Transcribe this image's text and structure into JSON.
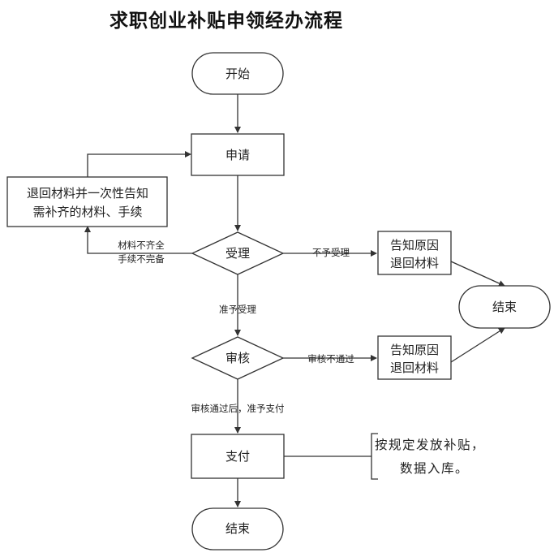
{
  "title": "求职创业补贴申领经办流程",
  "nodes": {
    "start": "开始",
    "apply": "申请",
    "reject_notice_lines": [
      "退回材料并一次性告知",
      "需补齐的材料、手续"
    ],
    "accept": "受理",
    "reason1_lines": [
      "告知原因",
      "退回材料"
    ],
    "end_right": "结束",
    "review": "审核",
    "reason2_lines": [
      "告知原因",
      "退回材料"
    ],
    "pay": "支付",
    "end_bottom": "结束"
  },
  "edges": {
    "incomplete_lines": [
      "材料不齐全",
      "手续不完备"
    ],
    "not_accepted": "不予受理",
    "accepted": "准予受理",
    "review_failed": "审核不通过",
    "review_passed": "审核通过后，准予支付"
  },
  "note_lines": [
    "按规定发放补贴，",
    "数据入库。"
  ]
}
